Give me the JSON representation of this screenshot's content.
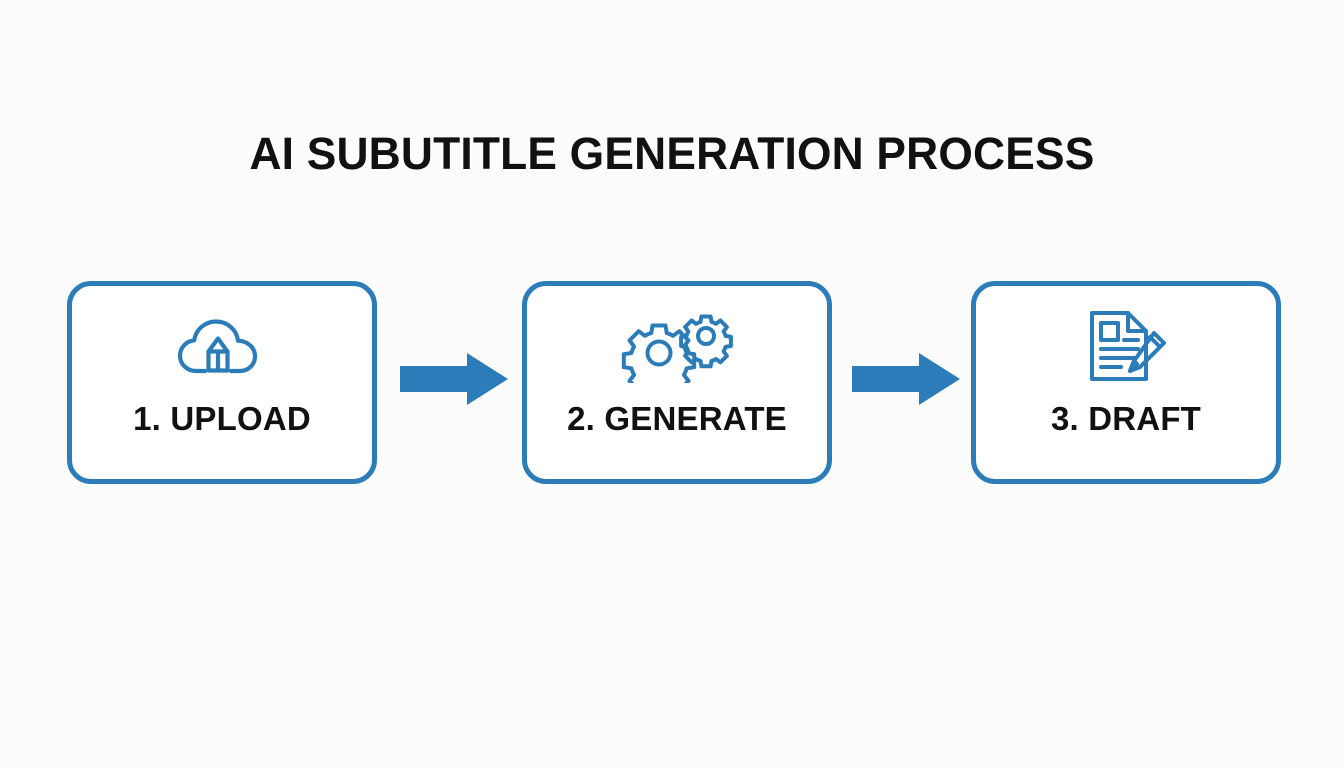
{
  "page": {
    "background_color": "#fcfcfc",
    "title": "AI SUBUTITLE GENERATION PROCESS",
    "title_color": "#111111"
  },
  "theme": {
    "accent_blue": "#2b7cb8",
    "icon_blue": "#2b7cb8",
    "box_fill": "#ffffff",
    "text_color": "#111111"
  },
  "diagram": {
    "type": "process-flow",
    "orientation": "horizontal",
    "step_count": 3,
    "connector_count": 2,
    "steps": [
      {
        "index": 1,
        "label": "1. UPLOAD",
        "icon": "cloud-upload-icon"
      },
      {
        "index": 2,
        "label": "2. GENERATE",
        "icon": "gears-icon"
      },
      {
        "index": 3,
        "label": "3. DRAFT",
        "icon": "document-pencil-icon"
      }
    ],
    "connectors": [
      {
        "index": 1,
        "icon": "arrow-right-icon",
        "from": "1. UPLOAD",
        "to": "2. GENERATE"
      },
      {
        "index": 2,
        "icon": "arrow-right-icon",
        "from": "2. GENERATE",
        "to": "3. DRAFT"
      }
    ]
  }
}
